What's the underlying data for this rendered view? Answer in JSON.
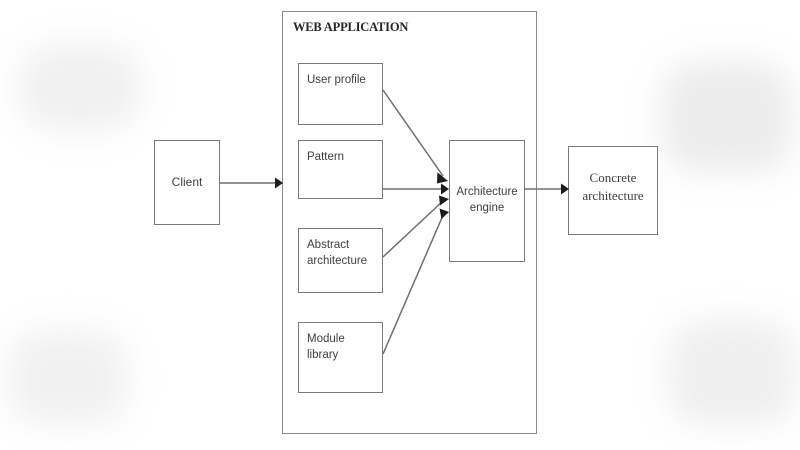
{
  "diagram": {
    "title": "WEB APPLICATION",
    "nodes": {
      "client": {
        "label": "Client"
      },
      "user_profile": {
        "label": "User profile"
      },
      "pattern": {
        "label": "Pattern"
      },
      "abstract_architecture": {
        "label": "Abstract\narchitecture"
      },
      "module_library": {
        "label": "Module library"
      },
      "architecture_engine": {
        "label": "Architecture\nengine"
      },
      "concrete_architecture": {
        "label": "Concrete\narchitecture"
      }
    },
    "edges": [
      {
        "from": "client",
        "to": "web-application",
        "style": "arrow"
      },
      {
        "from": "user_profile",
        "to": "architecture_engine",
        "style": "arrow"
      },
      {
        "from": "pattern",
        "to": "architecture_engine",
        "style": "arrow"
      },
      {
        "from": "abstract_architecture",
        "to": "architecture_engine",
        "style": "arrow"
      },
      {
        "from": "module_library",
        "to": "architecture_engine",
        "style": "arrow"
      },
      {
        "from": "architecture_engine",
        "to": "concrete_architecture",
        "style": "arrow"
      }
    ],
    "colors": {
      "background": "#ffffff",
      "box_border": "#7b7b7b",
      "container_border": "#8a8a8a",
      "text": "#3f3f3f",
      "title_text": "#262626",
      "connector": "#6e6e6e",
      "arrowhead": "#1c1c1c"
    }
  }
}
